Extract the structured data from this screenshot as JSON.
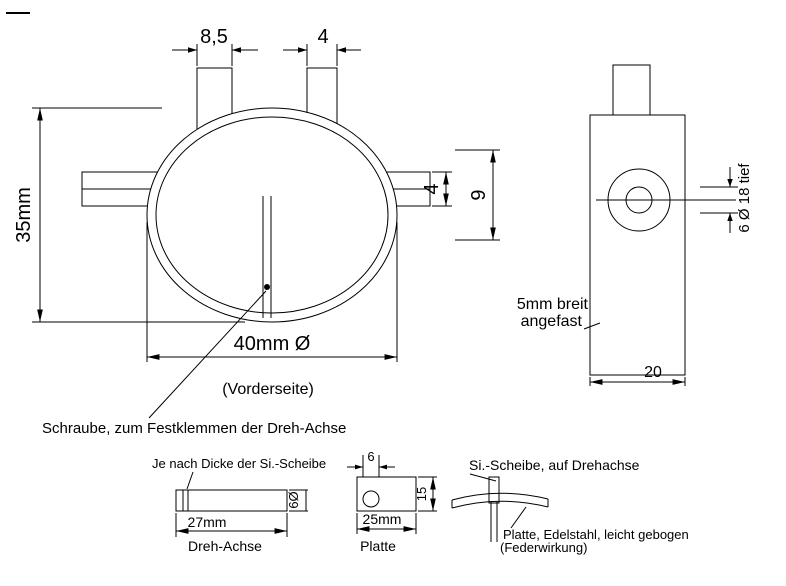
{
  "page": {
    "background": "#ffffff",
    "line_color": "#000000"
  },
  "front_view": {
    "dim_tab_left": "8,5",
    "dim_tab_right": "4",
    "dim_height": "35mm",
    "dim_side_tab_thickness": "4",
    "dim_side_tab_span": "9",
    "dim_diameter": "40mm Ø",
    "caption": "(Vorderseite)",
    "screw_note": "Schraube, zum Festklemmen der Dreh-Achse"
  },
  "side_view": {
    "hole_note": "6 Ø  18 tief",
    "chamfer_note_line1": "5mm breit",
    "chamfer_note_line2": "angefast",
    "dim_width": "20"
  },
  "axle_detail": {
    "note": "Je nach Dicke der Si.-Scheibe",
    "dim_length": "27mm",
    "dim_diameter": "6Ø",
    "label": "Dreh-Achse"
  },
  "plate_detail": {
    "dim_hole": "6",
    "dim_height": "15",
    "dim_width": "25mm",
    "label": "Platte"
  },
  "spring_detail": {
    "washer_note": "Si.-Scheibe, auf Drehachse",
    "plate_note_line1": "Platte, Edelstahl, leicht gebogen",
    "plate_note_line2": "(Federwirkung)"
  }
}
